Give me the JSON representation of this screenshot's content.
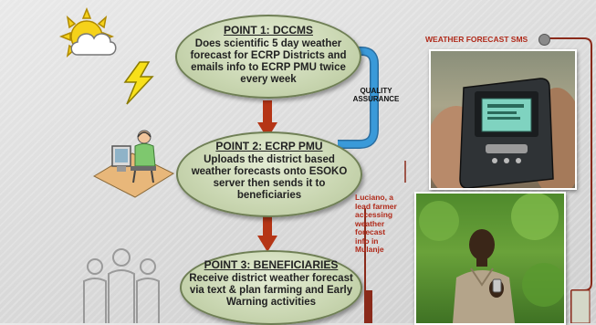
{
  "point1": {
    "title": "POINT 1: DCCMS",
    "body": "Does scientific 5 day weather forecast for ECRP Districts and emails info to ECRP PMU twice every week"
  },
  "point2": {
    "title": "POINT 2: ECRP PMU",
    "body": "Uploads the district based weather forecasts onto ESOKO server then sends it to beneficiaries"
  },
  "point3": {
    "title": "POINT 3: BENEFICIARIES",
    "body": "Receive district weather forecast via text & plan farming and Early Warning activities"
  },
  "quality_assurance": "QUALITY ASSURANCE",
  "sms_label": "WEATHER FORECAST SMS",
  "caption": "Luciano, a lead farmer accessing weather forecast info in Mulanje",
  "colors": {
    "arrow": "#b53516",
    "loop_arrow": "#3a9ad9",
    "frame": "#8a2a1a",
    "oval_border": "#6f7f55",
    "sms_label": "#b02a1a",
    "caption": "#b02a1a"
  }
}
